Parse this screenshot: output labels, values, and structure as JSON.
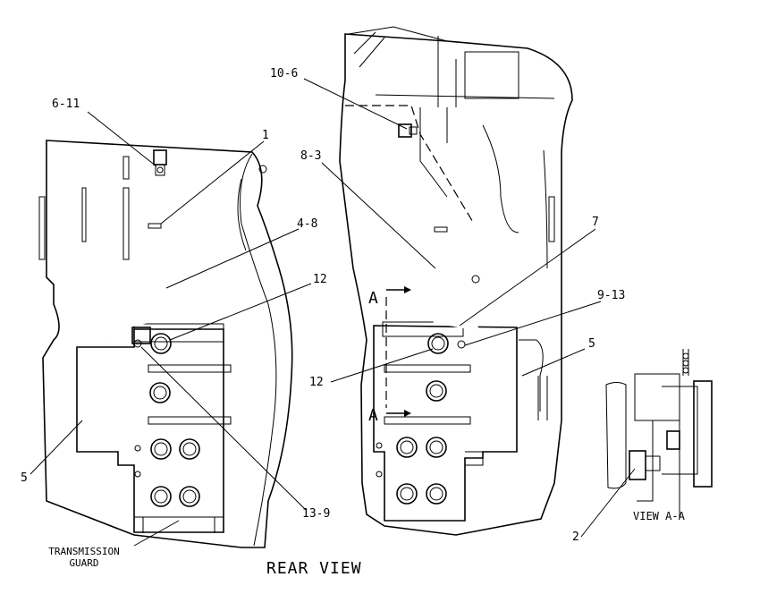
{
  "title": "REAR VIEW",
  "section_label": "VIEW A-A",
  "guard_label": [
    "TRANSMISSION",
    "GUARD"
  ],
  "callouts": {
    "left_6_11": "6-11",
    "left_1": "1",
    "left_4_8": "4-8",
    "left_12": "12",
    "left_5": "5",
    "left_13_9": "13-9",
    "mid_10_6": "10-6",
    "mid_8_3": "8-3",
    "mid_7": "7",
    "mid_9_13": "9-13",
    "mid_5": "5",
    "mid_12": "12",
    "detail_2": "2"
  },
  "section_markers": {
    "top": "A",
    "bottom": "A"
  }
}
